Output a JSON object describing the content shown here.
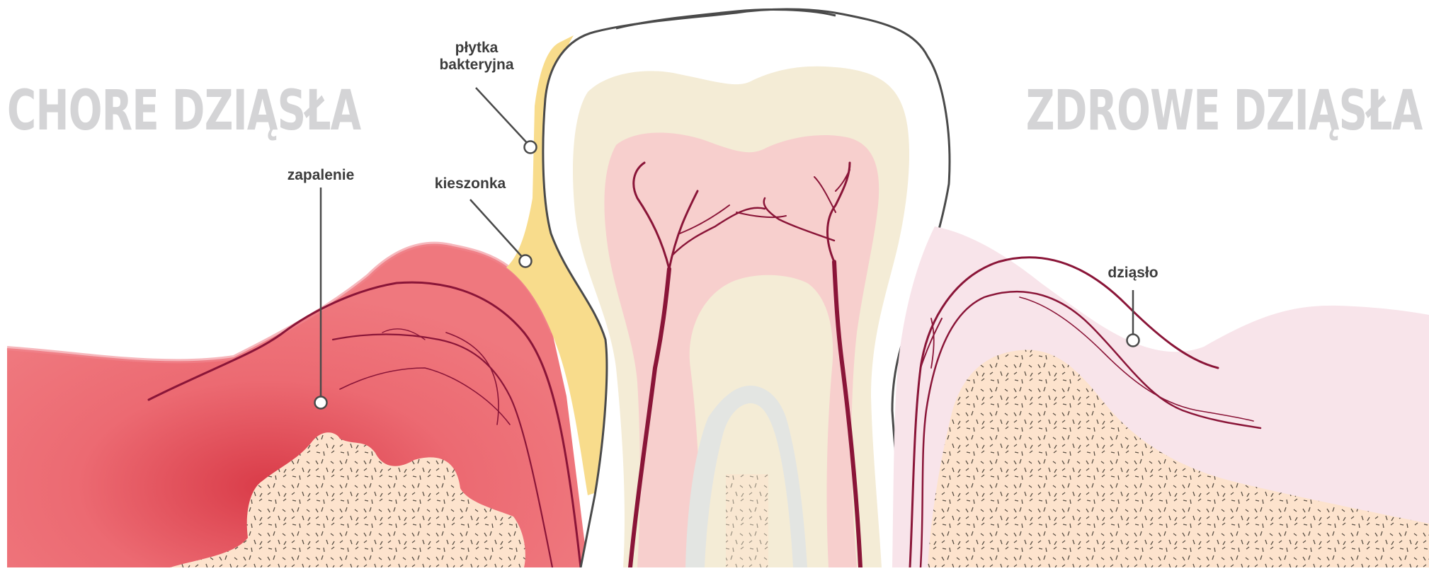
{
  "titles": {
    "left": "CHORE DZIĄSŁA",
    "right": "ZDROWE DZIĄSŁA"
  },
  "labels": {
    "plaque_line1": "płytka",
    "plaque_line2": "bakteryjna",
    "pocket": "kieszonka",
    "inflammation": "zapalenie",
    "gum": "dziąsło"
  },
  "colors": {
    "inflamed_gum": "#ef737a",
    "healthy_gum": "#f8e4ea",
    "bone": "#fde3cd",
    "plaque": "#f8dc8c",
    "dentin": "#f4ecd6",
    "pulp": "#f7cfcd",
    "vessel": "#8a1538",
    "outline": "#4a4a4a",
    "title": "#d4d4d6"
  }
}
